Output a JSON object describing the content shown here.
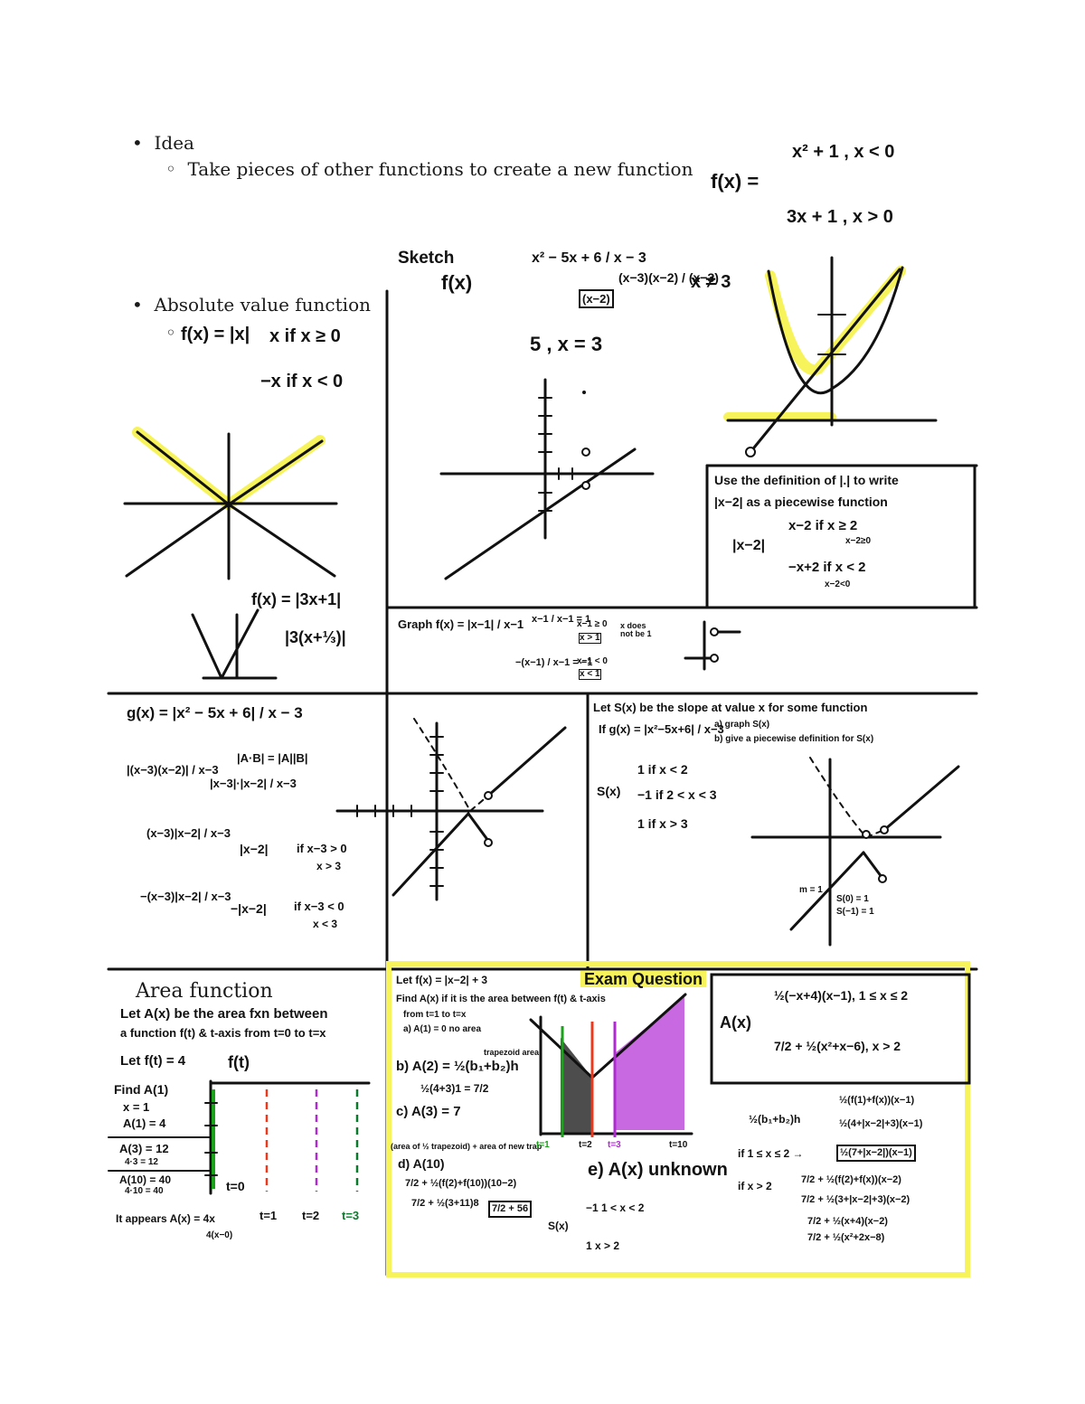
{
  "typed": {
    "idea": "Idea",
    "idea_sub": "Take pieces of other functions to create a new function",
    "abs": "Absolute value function",
    "area": "Area function"
  },
  "bullets": {
    "filled": "•",
    "hollow": "◦"
  },
  "colors": {
    "highlight": "#f7f35a",
    "green": "#1aa31a",
    "red": "#e83a1e",
    "purple": "#b02ad4",
    "darkgreen": "#0c7a2c",
    "ink": "#111111"
  },
  "notes": {
    "pw_f1": "f(x) =",
    "pw_f1_top": "x² + 1 , x < 0",
    "pw_f1_bot": "3x + 1 , x > 0",
    "abs_def": "f(x) = |x|",
    "abs_top": "x if x ≥ 0",
    "abs_bot": "−x if x < 0",
    "abs_ex1": "f(x) = |3x+1|",
    "abs_ex2": "|3(x+⅓)|",
    "sketch": "Sketch",
    "sketch_f": "f(x)",
    "sketch_top": "x² − 5x + 6 / x − 3",
    "sketch_fact": "(x−3)(x−2) / (x−3)",
    "sketch_simpl": "(x−2)",
    "sketch_cond": "x ≠ 3",
    "sketch_bot": "5 , x = 3",
    "use_def_1": "Use the definition of |.| to write",
    "use_def_2": "|x−2| as a piecewise function",
    "use_lhs": "|x−2|",
    "use_top": "x−2 if x ≥ 2",
    "use_top_note": "x−2≥0",
    "use_bot": "−x+2 if x < 2",
    "use_bot_note": "x−2<0",
    "graph_label": "Graph f(x) = |x−1| / x−1",
    "graph_top": "x−1 / x−1 = 1",
    "graph_top_cond": "x−1 ≥ 0",
    "graph_top_cond2": "x > 1",
    "graph_bot": "−(x−1) / x−1 = −1",
    "graph_bot_cond": "x−1 < 0",
    "graph_bot_cond2": "x < 1",
    "graph_note": "x does not be 1",
    "g_def": "g(x) = |x² − 5x + 6| / x − 3",
    "g_step1": "|(x−3)(x−2)| / x−3",
    "g_step2": "|x−3|·|x−2| / x−3",
    "g_rule": "|A·B| = |A||B|",
    "g_top": "(x−3)|x−2| / x−3",
    "g_top_simpl": "|x−2|",
    "g_top_cond": "if x−3 > 0",
    "g_top_cond2": "x > 3",
    "g_bot": "−(x−3)|x−2| / x−3",
    "g_bot_simpl": "−|x−2|",
    "g_bot_cond": "if x−3 < 0",
    "g_bot_cond2": "x < 3",
    "slope_1": "Let S(x) be the slope at value x for some function",
    "slope_2": "If g(x) = |x²−5x+6| / x−3",
    "slope_a": "a) graph S(x)",
    "slope_b": "b) give a piecewise definition for S(x)",
    "s_lhs": "S(x)",
    "s_1": "1 if x < 2",
    "s_2": "−1 if 2 < x < 3",
    "s_3": "1 if x > 3",
    "s_m": "m = 1",
    "s_pts": "S(0) = 1",
    "s_pts2": "S(−1) = 1",
    "area_def1": "Let A(x) be the area fxn between",
    "area_def2": "a function f(t) & t-axis from t=0 to t=x",
    "area_let": "Let f(t) = 4",
    "area_ft": "f(t)",
    "area_find": "Find A(1)",
    "area_x1": "x = 1",
    "area_a1": "A(1) = 4",
    "area_a3": "A(3) = 12",
    "area_a3n": "4·3 = 12",
    "area_a10": "A(10) = 40",
    "area_a10n": "4·10 = 40",
    "area_appears": "It appears A(x) = 4x",
    "area_appears2": "4(x−0)",
    "t0": "t=0",
    "t1": "t=1",
    "t2": "t=2",
    "t3": "t=3",
    "exam_title": "Exam Question",
    "exam_1": "Let f(x) = |x−2| + 3",
    "exam_2": "Find A(x) if it is the area between f(t) & t-axis",
    "exam_3": "from t=1 to t=x",
    "exam_4": "a) A(1) = 0 no area",
    "exam_b": "b) A(2) = ½(b₁+b₂)h",
    "exam_b_note": "trapezoid area",
    "exam_b2": "½(4+3)1 = 7/2",
    "exam_c": "c) A(3) = 7",
    "exam_c_note": "(area of ½ trapezoid) + area of new trap",
    "exam_d": "d) A(10)",
    "exam_d2": "7/2 + ½(f(2)+f(10))(10−2)",
    "exam_d3": "7/2 + ½(3+11)8",
    "exam_d_box": "7/2 + 56",
    "exam_e": "e) A(x) unknown",
    "s_lhs2": "S(x)",
    "s2_1": "−1  1 < x < 2",
    "s2_2": "1  x > 2",
    "ax_lhs": "A(x)",
    "ax_top": "½(−x+4)(x−1), 1 ≤ x ≤ 2",
    "ax_bot": "7/2 + ½(x²+x−6), x > 2",
    "trap": "½(b₁+b₂)h",
    "trap_r1": "½(f(1)+f(x))(x−1)",
    "trap_r2": "½(4+|x−2|+3)(x−1)",
    "case1": "if 1 ≤ x ≤ 2 →",
    "case1_box": "½(7+|x−2|)(x−1)",
    "case2": "if x > 2",
    "case2_a": "7/2 + ½(f(2)+f(x))(x−2)",
    "case2_b": "7/2 + ½(3+|x−2|+3)(x−2)",
    "case2_c": "7/2 + ½(x+4)(x−2)",
    "case2_d": "7/2 + ½(x²+2x−8)",
    "lbl_t1": "t=1",
    "lbl_t2": "t=2",
    "lbl_t3": "t=3",
    "lbl_t10": "t=10"
  }
}
